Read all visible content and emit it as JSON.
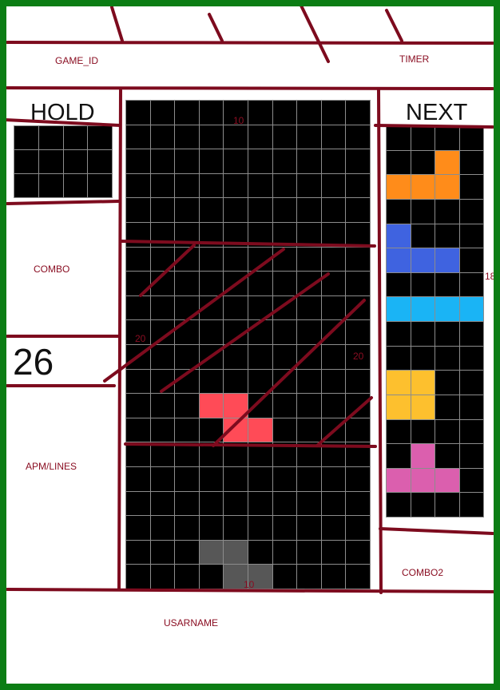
{
  "header": {
    "game_id": "GAME_ID",
    "timer": "TIMER"
  },
  "hold": {
    "title": "HOLD",
    "rows": 3,
    "cols": 4
  },
  "next": {
    "title": "NEXT",
    "rows": 16,
    "cols": 4,
    "pieces": [
      {
        "name": "L",
        "color": "#ff8c1a",
        "cells": [
          [
            1,
            2
          ],
          [
            2,
            0
          ],
          [
            2,
            1
          ],
          [
            2,
            2
          ]
        ]
      },
      {
        "name": "J",
        "color": "#3f63e0",
        "cells": [
          [
            4,
            0
          ],
          [
            5,
            0
          ],
          [
            5,
            1
          ],
          [
            5,
            2
          ]
        ]
      },
      {
        "name": "I",
        "color": "#1ab4f5",
        "cells": [
          [
            7,
            0
          ],
          [
            7,
            1
          ],
          [
            7,
            2
          ],
          [
            7,
            3
          ]
        ]
      },
      {
        "name": "O",
        "color": "#fdc02e",
        "cells": [
          [
            10,
            0
          ],
          [
            10,
            1
          ],
          [
            11,
            0
          ],
          [
            11,
            1
          ]
        ]
      },
      {
        "name": "T",
        "color": "#db5fae",
        "cells": [
          [
            13,
            1
          ],
          [
            14,
            0
          ],
          [
            14,
            1
          ],
          [
            14,
            2
          ]
        ]
      }
    ]
  },
  "left_panel": {
    "combo": "COMBO",
    "score": "26",
    "apm_lines": "APM/LINES"
  },
  "board": {
    "rows": 20,
    "cols": 10,
    "active_piece": {
      "name": "Z",
      "color": "#ff4b57",
      "cells": [
        [
          12,
          3
        ],
        [
          12,
          4
        ],
        [
          13,
          4
        ],
        [
          13,
          5
        ]
      ]
    },
    "ghost_piece": {
      "color": "#575757",
      "cells": [
        [
          18,
          3
        ],
        [
          18,
          4
        ],
        [
          19,
          4
        ],
        [
          19,
          5
        ]
      ]
    }
  },
  "annotations": {
    "board_top": "10",
    "board_left": "20",
    "board_right": "20",
    "board_bottom": "10",
    "next_side": "18"
  },
  "right_panel": {
    "combo2": "COMBO2"
  },
  "footer": {
    "username": "USARNAME"
  },
  "colors": {
    "frame": "#0b7d14",
    "sketch": "#7d0b1e",
    "label": "#8a0e22",
    "grid_line": "#8c8c8c"
  }
}
